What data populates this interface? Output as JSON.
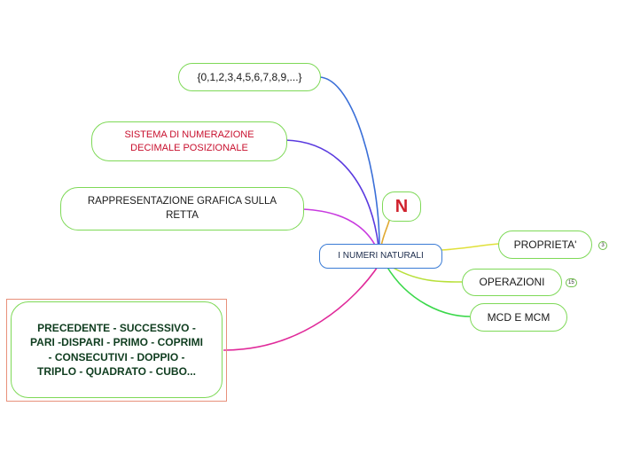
{
  "diagram": {
    "center": {
      "label": "I NUMERI NATURALI"
    },
    "symbol": {
      "label": "N",
      "color": "#d0222e"
    },
    "left_branches": [
      {
        "label": "{0,1,2,3,4,5,6,7,8,9,...}",
        "link_color": "#3a6fd8",
        "text_color": "#1a1a1a"
      },
      {
        "label": "SISTEMA DI NUMERAZIONE DECIMALE POSIZIONALE",
        "link_color": "#5a3adf",
        "text_color": "#c8102e"
      },
      {
        "label": "RAPPRESENTAZIONE GRAFICA SULLA RETTA",
        "link_color": "#c83adf",
        "text_color": "#1a1a1a"
      },
      {
        "label": "PRECEDENTE - SUCCESSIVO - PARI -DISPARI - PRIMO - COPRIMI - CONSECUTIVI - DOPPIO - TRIPLO - QUADRATO - CUBO...",
        "link_color": "#e02a9a",
        "text_color": "#0f3d1f"
      }
    ],
    "right_branches": [
      {
        "label": "PROPRIETA'",
        "badge": "3",
        "link_color": "#e0e03a"
      },
      {
        "label": "OPERAZIONI",
        "badge": "15",
        "link_color": "#b8e03a"
      },
      {
        "label": "MCD E MCM",
        "link_color": "#3ad84a"
      }
    ],
    "node_border_color": "#7ed957",
    "center_border_color": "#3a7bd5"
  }
}
